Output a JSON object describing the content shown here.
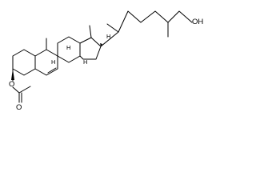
{
  "labels": {
    "oh": "OH",
    "h_top": "H",
    "h_c8": "H",
    "h_c14": "H",
    "h_c9": "H",
    "o_ester": "O",
    "o_carbonyl": "O"
  },
  "colors": {
    "bond": "#000000",
    "background": "#ffffff"
  }
}
